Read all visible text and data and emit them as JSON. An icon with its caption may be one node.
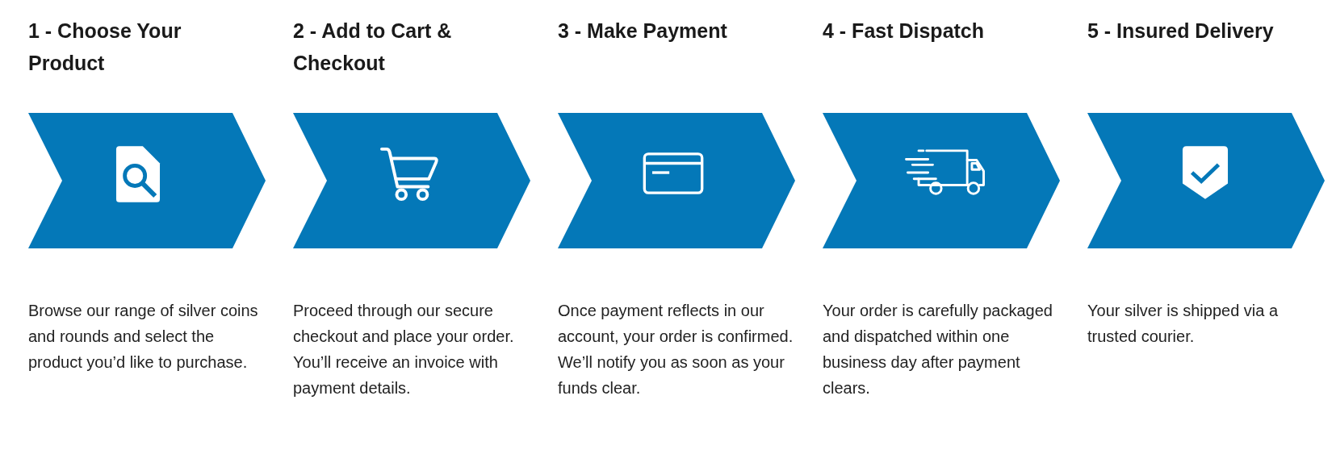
{
  "diagram": {
    "nodes": [
      {
        "text": [
          "1 - Choose Your Product",
          "Browse our range of silver coins and rounds and select the product you’d like to purchase."
        ]
      },
      {
        "text": [
          "2 - Add to Cart & Checkout",
          "Proceed through our secure checkout and place your order. You’ll receive an invoice with payment details."
        ]
      },
      {
        "text": [
          "3 - Make Payment",
          "Once payment reflects in our account, your order is confirmed. We’ll notify you as soon as your funds clear."
        ]
      },
      {
        "text": [
          "4 - Fast Dispatch",
          "Your order is carefully packaged and dispatched within one business day after payment clears."
        ]
      },
      {
        "text": [
          "5 - Insured Delivery",
          "Your silver is shipped via a trusted courier."
        ]
      }
    ]
  }
}
